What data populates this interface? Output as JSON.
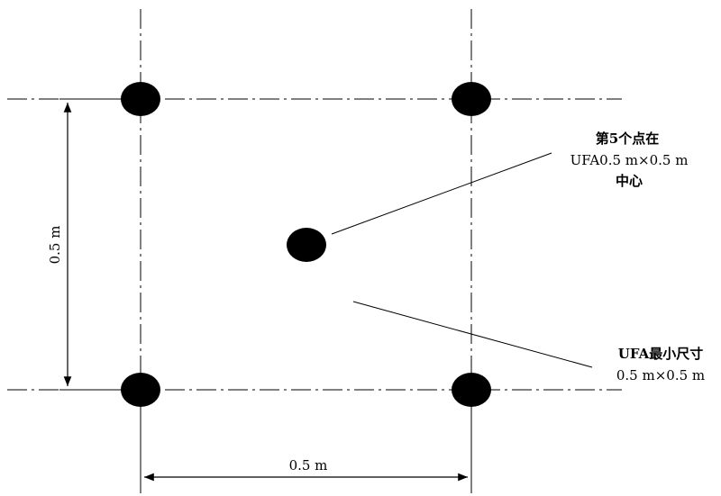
{
  "diagram": {
    "colors": {
      "ink": "#000000",
      "background": "#ffffff"
    },
    "dimension_vertical": {
      "label": "0.5 m"
    },
    "dimension_horizontal": {
      "label": "0.5 m"
    },
    "callout_center": {
      "line1": "第5个点在",
      "line2": "UFA0.5 m×0.5 m",
      "line3": "中心"
    },
    "callout_area": {
      "line1": "UFA最小尺寸",
      "line2": "0.5 m×0.5 m"
    },
    "points": [
      {
        "id": "top-left-point"
      },
      {
        "id": "top-right-point"
      },
      {
        "id": "bottom-left-point"
      },
      {
        "id": "bottom-right-point"
      },
      {
        "id": "center-point"
      }
    ]
  }
}
